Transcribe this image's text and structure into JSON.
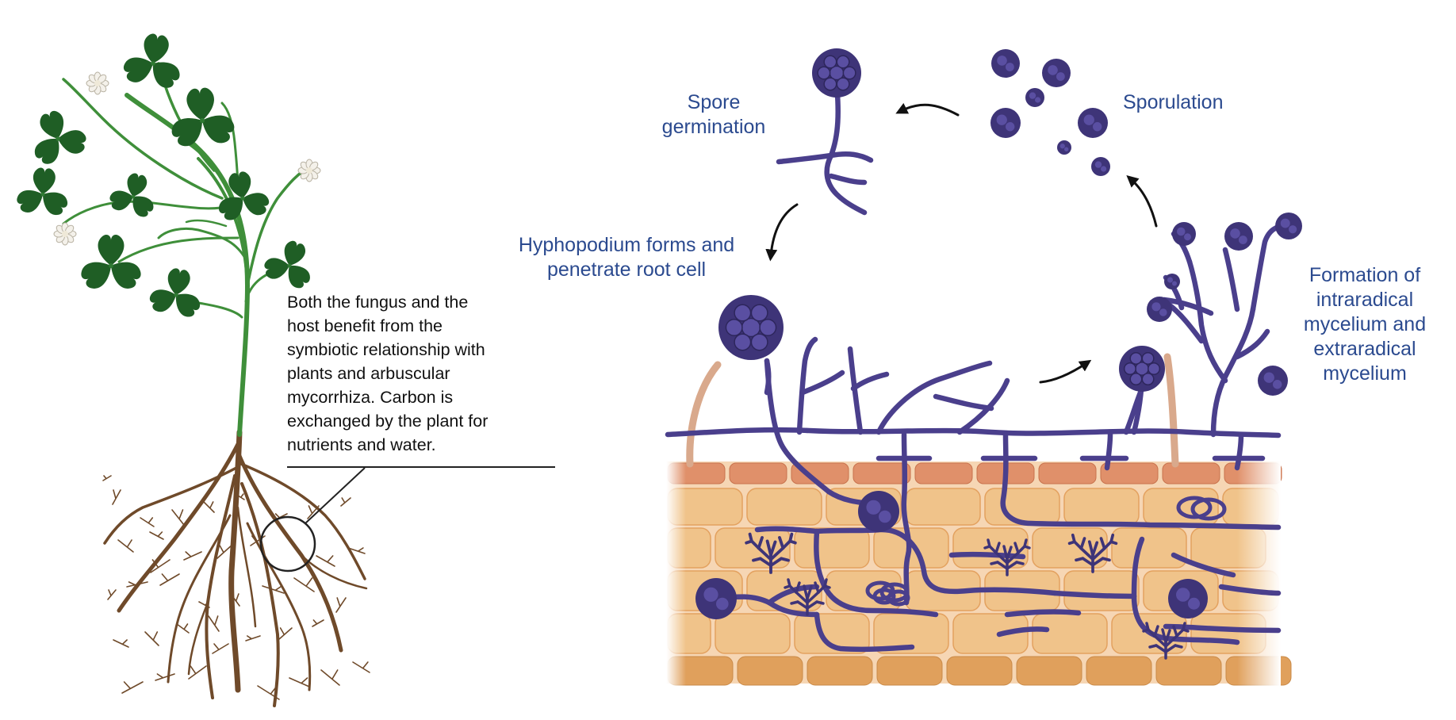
{
  "labels": {
    "spore_germination": "Spore\ngermination",
    "sporulation": "Sporulation",
    "hyphopodium": "Hyphopodium forms and\npenetrate root cell",
    "formation": "Formation of\nintraradical\nmycelium and\nextraradical\nmycelium",
    "note": "Both the fungus and the\nhost benefit from the\nsymbiotic relationship with\nplants and arbuscular\nmycorrhiza. Carbon is\nexchanged by the plant for\nnutrients and water."
  },
  "colors": {
    "label_text": "#2b4a8f",
    "hypha": "#4a3f8c",
    "spore": "#3e3478",
    "spore_inner": "#5a4fa2",
    "stem": "#3f8f3a",
    "leaf": "#1f5e25",
    "root": "#6f4a2a",
    "root_hair": "#d9a98c",
    "cell_fill": "#f0c38a",
    "cell_edge": "#e3a15f",
    "epidermis": "#e0906a",
    "bottom_row": "#e0a05c",
    "arrow": "#111111"
  },
  "icons": [
    "clover-leaf-icon",
    "flower-icon",
    "spore-icon",
    "arbuscule-icon",
    "curved-arrow-icon",
    "magnifier-circle-icon"
  ]
}
